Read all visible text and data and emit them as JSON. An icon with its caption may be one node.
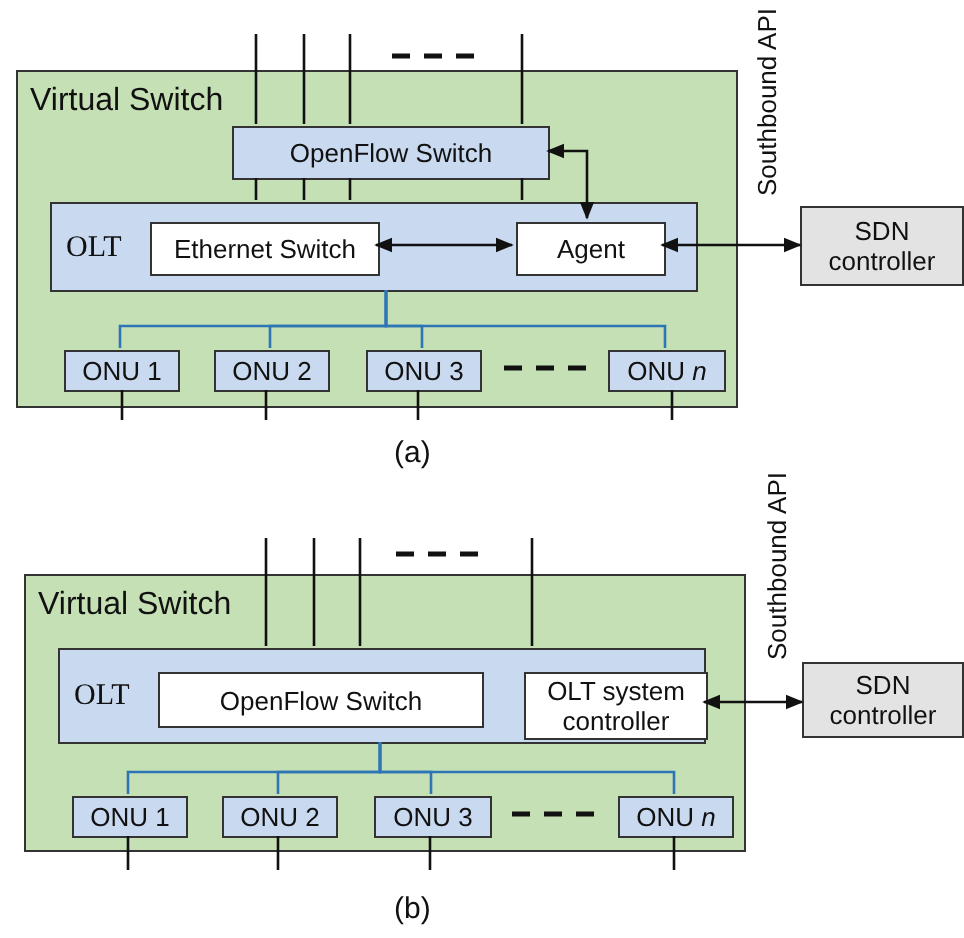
{
  "diagram": {
    "nodes": [
      {
        "text": [
          "Virtual Switch"
        ]
      },
      {
        "text": [
          "OpenFlow Switch"
        ],
        "in": 0
      },
      {
        "text": [
          "OLT"
        ],
        "in": 0
      },
      {
        "text": [
          "Ethernet Switch"
        ],
        "in": 2
      },
      {
        "text": [
          "Agent"
        ],
        "in": 2
      },
      {
        "text": [
          "ONU 1"
        ],
        "in": 0
      },
      {
        "text": [
          "ONU 2"
        ],
        "in": 0
      },
      {
        "text": [
          "ONU 3"
        ],
        "in": 0
      },
      {
        "text": [
          "ONU *n*"
        ],
        "in": 0
      },
      {
        "text": [
          "SDN controller"
        ]
      },
      {
        "text": [
          "Virtual Switch"
        ]
      },
      {
        "text": [
          "OLT"
        ],
        "in": 10
      },
      {
        "text": [
          "OpenFlow Switch"
        ],
        "in": 11
      },
      {
        "text": [
          "OLT system controller"
        ],
        "in": 11
      },
      {
        "text": [
          "ONU 1"
        ],
        "in": 10
      },
      {
        "text": [
          "ONU 2"
        ],
        "in": 10
      },
      {
        "text": [
          "ONU 3"
        ],
        "in": 10
      },
      {
        "text": [
          "ONU *n*"
        ],
        "in": 10
      },
      {
        "text": [
          "SDN controller"
        ]
      }
    ],
    "edges": [
      {
        "from": null,
        "to": 1,
        "arrow": "none"
      },
      {
        "from": null,
        "to": 1,
        "arrow": "none"
      },
      {
        "from": null,
        "to": 1,
        "arrow": "none"
      },
      {
        "from": null,
        "to": 1,
        "arrow": "none"
      },
      {
        "from": 1,
        "to": 2,
        "arrow": "none"
      },
      {
        "from": 1,
        "to": 2,
        "arrow": "none"
      },
      {
        "from": 1,
        "to": 2,
        "arrow": "none"
      },
      {
        "from": 1,
        "to": 2,
        "arrow": "none"
      },
      {
        "from": 1,
        "to": 4,
        "arrow": "both"
      },
      {
        "from": 3,
        "to": 4,
        "arrow": "both"
      },
      {
        "from": 4,
        "to": 9,
        "arrow": "both",
        "label": "Southbound API"
      },
      {
        "from": 2,
        "to": 5,
        "arrow": "none",
        "color": "#2e75b6"
      },
      {
        "from": 2,
        "to": 6,
        "arrow": "none",
        "color": "#2e75b6"
      },
      {
        "from": 2,
        "to": 7,
        "arrow": "none",
        "color": "#2e75b6"
      },
      {
        "from": 2,
        "to": 8,
        "arrow": "none",
        "color": "#2e75b6"
      },
      {
        "from": 5,
        "to": null,
        "arrow": "none"
      },
      {
        "from": 6,
        "to": null,
        "arrow": "none"
      },
      {
        "from": 7,
        "to": null,
        "arrow": "none"
      },
      {
        "from": 8,
        "to": null,
        "arrow": "none"
      },
      {
        "from": null,
        "to": 11,
        "arrow": "none"
      },
      {
        "from": null,
        "to": 11,
        "arrow": "none"
      },
      {
        "from": null,
        "to": 11,
        "arrow": "none"
      },
      {
        "from": null,
        "to": 11,
        "arrow": "none"
      },
      {
        "from": 13,
        "to": 18,
        "arrow": "both",
        "label": "Southbound API"
      },
      {
        "from": 11,
        "to": 14,
        "arrow": "none",
        "color": "#2e75b6"
      },
      {
        "from": 11,
        "to": 15,
        "arrow": "none",
        "color": "#2e75b6"
      },
      {
        "from": 11,
        "to": 16,
        "arrow": "none",
        "color": "#2e75b6"
      },
      {
        "from": 11,
        "to": 17,
        "arrow": "none",
        "color": "#2e75b6"
      },
      {
        "from": 14,
        "to": null,
        "arrow": "none"
      },
      {
        "from": 15,
        "to": null,
        "arrow": "none"
      },
      {
        "from": 16,
        "to": null,
        "arrow": "none"
      },
      {
        "from": 17,
        "to": null,
        "arrow": "none"
      }
    ],
    "labels": [
      "(a)",
      "(b)"
    ]
  }
}
